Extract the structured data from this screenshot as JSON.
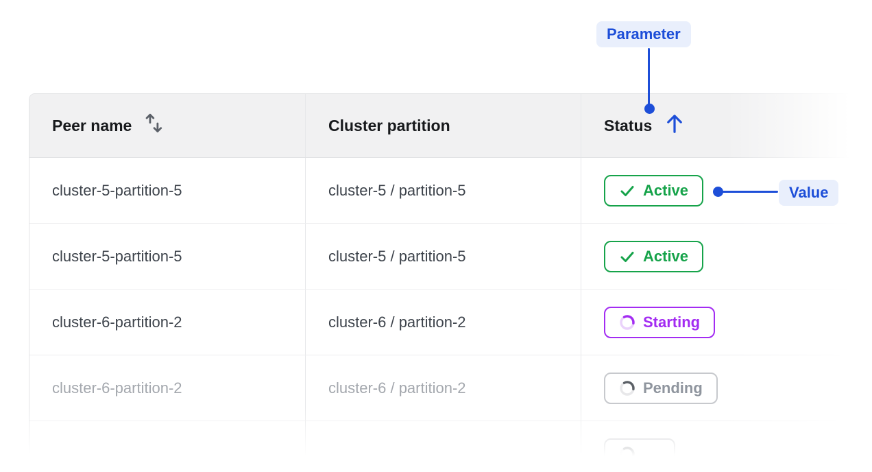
{
  "annotations": {
    "parameter_label": "Parameter",
    "value_label": "Value"
  },
  "colors": {
    "accent_blue": "#1d4ed8",
    "annotation_pill_bg": "#e9effc",
    "active_green": "#16a34a",
    "starting_purple": "#a32cf2",
    "pending_gray": "#8f959e",
    "header_bg": "#f1f1f2"
  },
  "table": {
    "columns": [
      {
        "label": "Peer name",
        "sort": "sortable"
      },
      {
        "label": "Cluster partition",
        "sort": "none"
      },
      {
        "label": "Status",
        "sort": "ascending"
      }
    ],
    "rows": [
      {
        "peer_name": "cluster-5-partition-5",
        "cluster_partition": "cluster-5 / partition-5",
        "status": {
          "label": "Active",
          "state": "active"
        },
        "muted": false
      },
      {
        "peer_name": "cluster-5-partition-5",
        "cluster_partition": "cluster-5 / partition-5",
        "status": {
          "label": "Active",
          "state": "active"
        },
        "muted": false
      },
      {
        "peer_name": "cluster-6-partition-2",
        "cluster_partition": "cluster-6 / partition-2",
        "status": {
          "label": "Starting",
          "state": "starting"
        },
        "muted": false
      },
      {
        "peer_name": "cluster-6-partition-2",
        "cluster_partition": "cluster-6 / partition-2",
        "status": {
          "label": "Pending",
          "state": "pending"
        },
        "muted": true
      },
      {
        "peer_name": "",
        "cluster_partition": "",
        "status": {
          "label": "",
          "state": "pending"
        },
        "muted": true
      }
    ]
  }
}
